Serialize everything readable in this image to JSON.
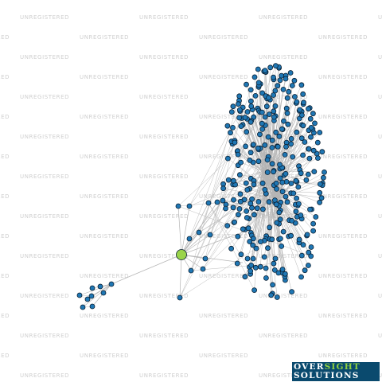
{
  "watermark": {
    "text": "UNREGISTERED",
    "color": "#cfcfcf"
  },
  "graph": {
    "node_color": "#1f77b4",
    "node_outline": "#0b2033",
    "edge_color": "#b5b5b5",
    "highlight_node_color": "#9ad44a"
  },
  "logo": {
    "line1_part1": "OVER",
    "line1_part2": "SIGHT",
    "line2": "SOLUTIONS",
    "background": "#0a4a6e",
    "accent": "#8fd13f"
  }
}
